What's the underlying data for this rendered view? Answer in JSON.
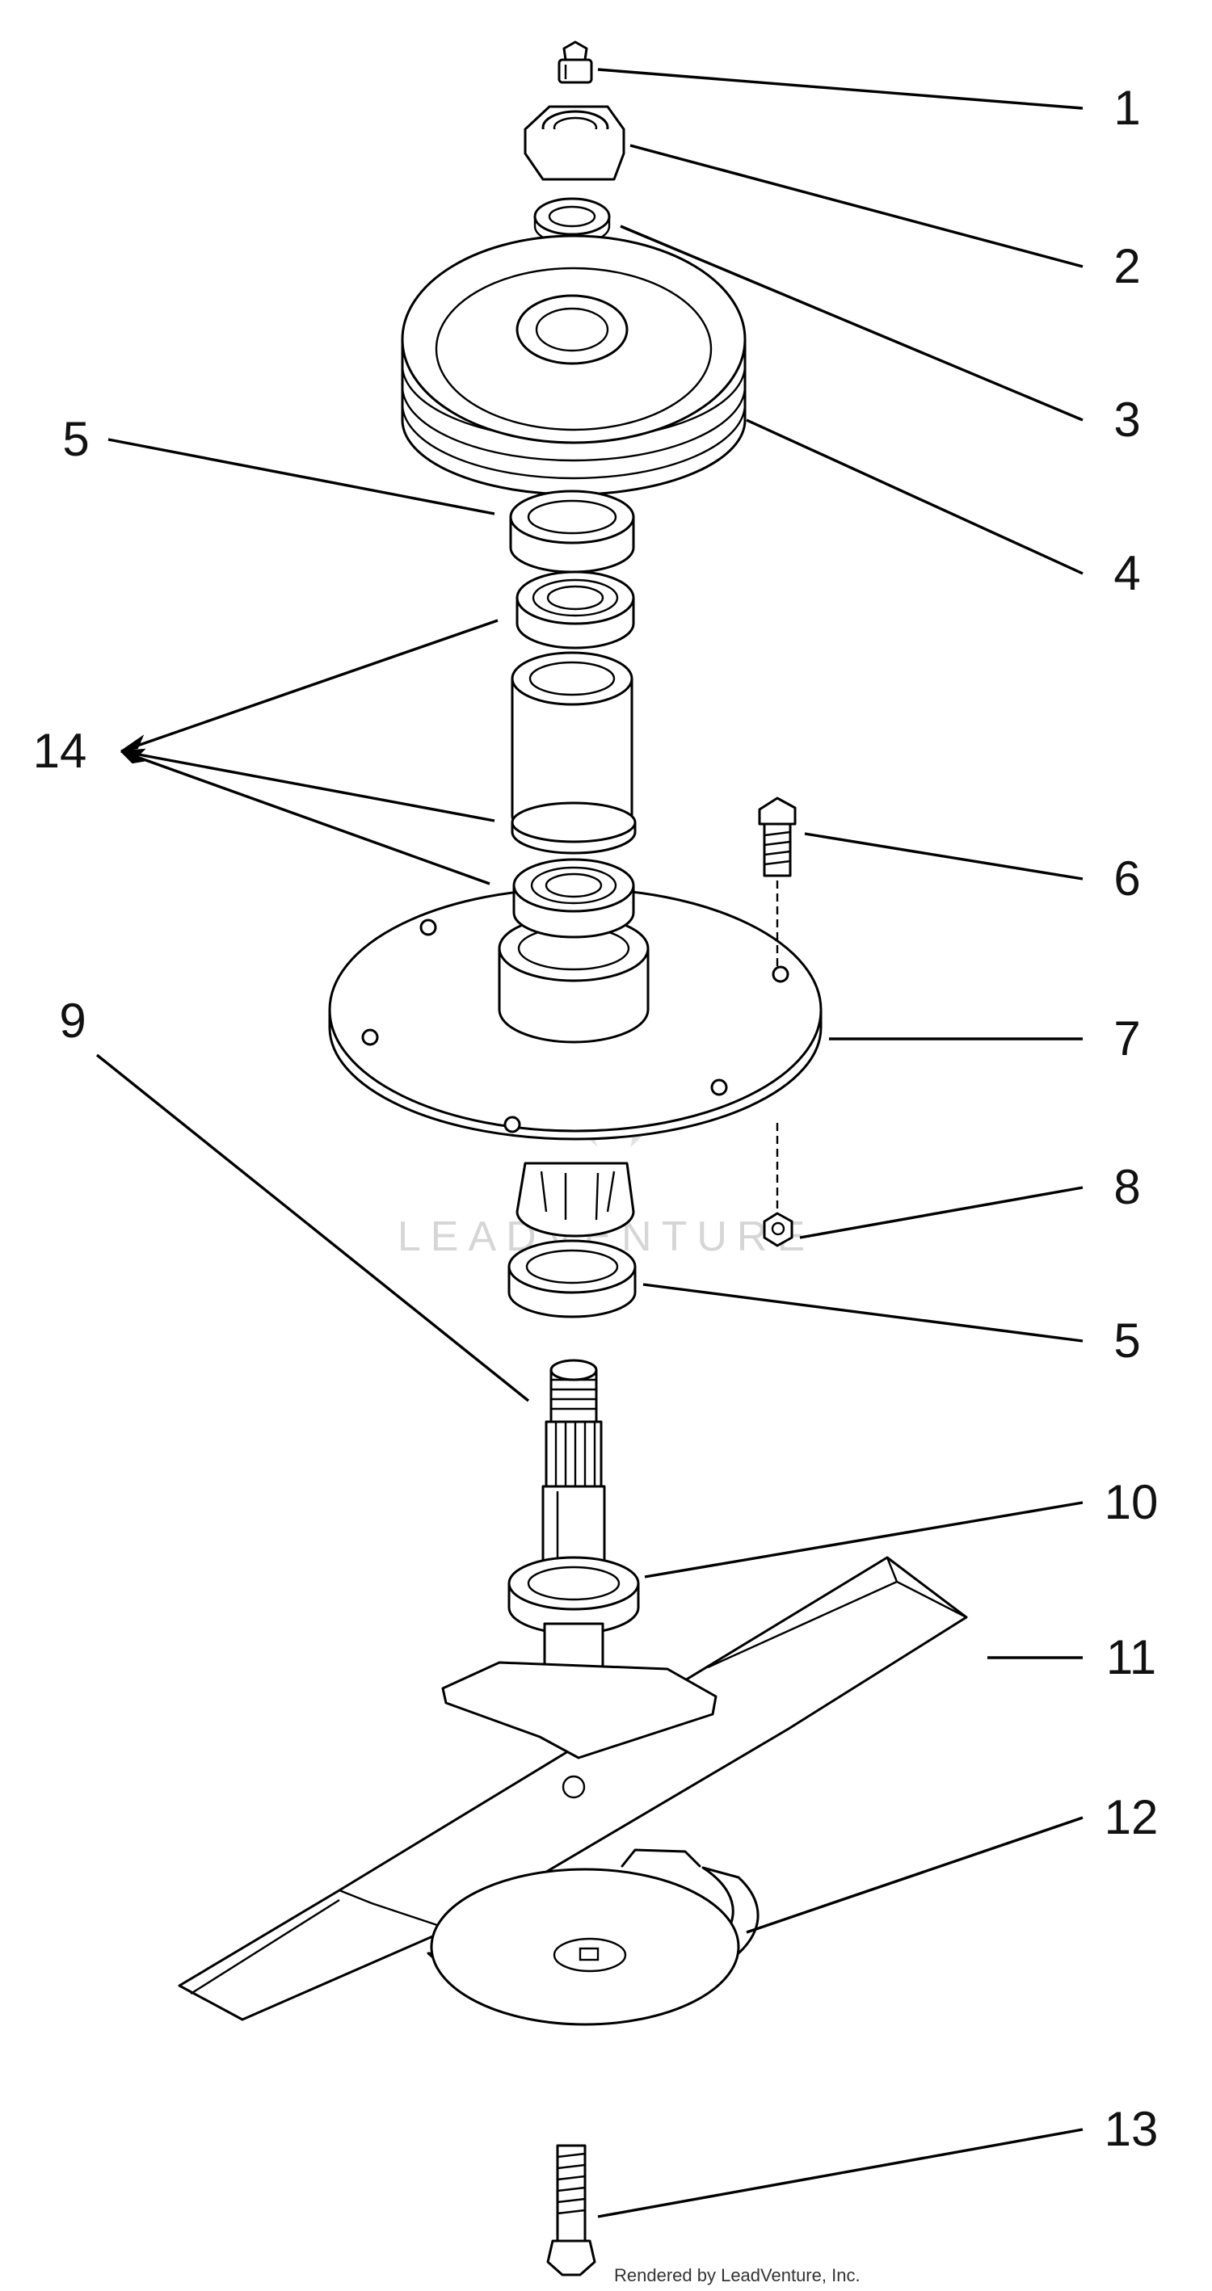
{
  "callouts": {
    "c1": "1",
    "c2": "2",
    "c3": "3",
    "c4": "4",
    "c5a": "5",
    "c5b": "5",
    "c6": "6",
    "c7": "7",
    "c8": "8",
    "c9": "9",
    "c10": "10",
    "c11": "11",
    "c12": "12",
    "c13": "13",
    "c14": "14"
  },
  "watermark": {
    "text": "LEADVENTURE",
    "credit": "Rendered by LeadVenture, Inc."
  },
  "colors": {
    "line": "#000000",
    "background": "#ffffff",
    "watermark": "#d6d6d6"
  }
}
